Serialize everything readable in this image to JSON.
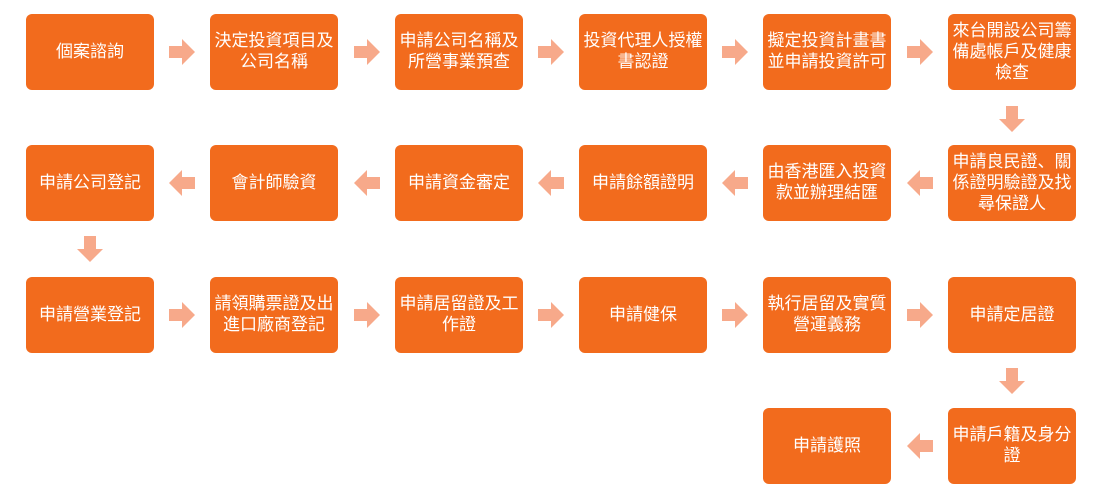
{
  "steps": [
    {
      "id": "s1",
      "label": "個案諮詢"
    },
    {
      "id": "s2",
      "label": "決定投資項目及公司名稱"
    },
    {
      "id": "s3",
      "label": "申請公司名稱及所營事業預查"
    },
    {
      "id": "s4",
      "label": "投資代理人授權書認證"
    },
    {
      "id": "s5",
      "label": "擬定投資計畫書並申請投資許可"
    },
    {
      "id": "s6",
      "label": "來台開設公司籌備處帳戶及健康檢查"
    },
    {
      "id": "s7",
      "label": "申請良民證、關係證明驗證及找尋保證人"
    },
    {
      "id": "s8",
      "label": "由香港匯入投資款並辦理結匯"
    },
    {
      "id": "s9",
      "label": "申請餘額證明"
    },
    {
      "id": "s10",
      "label": "申請資金審定"
    },
    {
      "id": "s11",
      "label": "會計師驗資"
    },
    {
      "id": "s12",
      "label": "申請公司登記"
    },
    {
      "id": "s13",
      "label": "申請營業登記"
    },
    {
      "id": "s14",
      "label": "請領購票證及出進口廠商登記"
    },
    {
      "id": "s15",
      "label": "申請居留證及工作證"
    },
    {
      "id": "s16",
      "label": "申請健保"
    },
    {
      "id": "s17",
      "label": "執行居留及實質營運義務"
    },
    {
      "id": "s18",
      "label": "申請定居證"
    },
    {
      "id": "s19",
      "label": "申請戶籍及身分證"
    },
    {
      "id": "s20",
      "label": "申請護照"
    }
  ],
  "colors": {
    "box": "#f26b1d",
    "arrow": "#f7a98a",
    "text": "#ffffff"
  }
}
